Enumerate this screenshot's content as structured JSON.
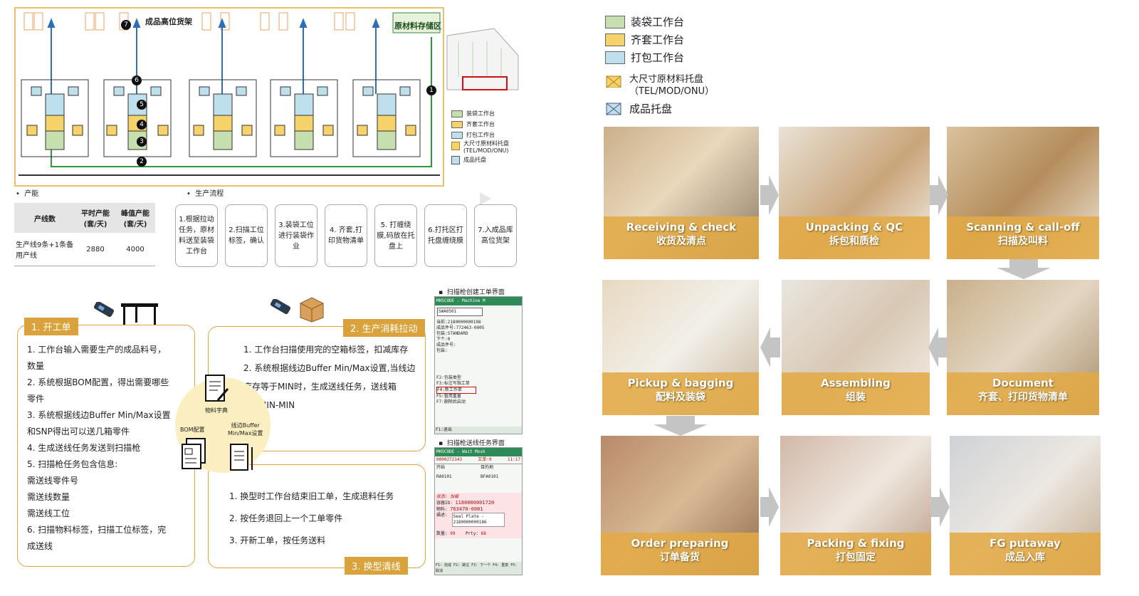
{
  "layout": {
    "finished_rack_label": "成品高位货架",
    "raw_material_label": "原材料存储区",
    "markers": [
      "7",
      "6",
      "5",
      "4",
      "3",
      "2",
      "1"
    ],
    "legend": [
      {
        "label": "装袋工作台",
        "color": "#c6dfae"
      },
      {
        "label": "齐套工作台",
        "color": "#f6d36a"
      },
      {
        "label": "打包工作台",
        "color": "#bde0ec"
      },
      {
        "label": "大尺寸原材料托盘\n(TEL/MOD/ONU)",
        "color": "#f6d36a"
      },
      {
        "label": "成品托盘",
        "color": "#bde0ec"
      }
    ]
  },
  "capacity": {
    "bullet": "产能",
    "headers": [
      "产线数",
      "平时产能\n(套/天)",
      "峰值产能\n(套/天)"
    ],
    "row": [
      "生产线9条+1条备用产线",
      "2880",
      "4000"
    ]
  },
  "process": {
    "bullet": "生产流程",
    "steps": [
      "1.根据拉动任务，原材料送至装袋工作台",
      "2.扫描工位标签，确认",
      "3.装袋工位进行装袋作业",
      "4. 齐套,打印货物清单",
      "5. 打缠绕膜,码放在托盘上",
      "6.打托区打托盘缠绕膜",
      "7.入成品库高位货架"
    ]
  },
  "card1": {
    "title": "1. 开工单",
    "items": [
      "1.   工作台输入需要生产的成品料号，",
      "      数量",
      "2.   系统根据BOM配置，得出需要哪些",
      "      零件",
      "3.   系统根据线边Buffer Min/Max设置",
      "      和SNP得出可以送几箱零件",
      "4.   生成送线任务发送到扫描枪",
      "5.   扫描枪任务包含信息:",
      "      需送线零件号",
      "      需送线数量",
      "      需送线工位",
      "6.  扫描物料标签，扫描工位标签，完",
      "成送线"
    ]
  },
  "card2": {
    "title": "2. 生产消耗拉动",
    "items": [
      "1.   工作台扫描使用完的空箱标签，扣减库存",
      "2.   系统根据线边Buffer Min/Max设置,当线边",
      "        库存等于MIN时，生成送线任务，送线箱",
      "        数=MIN-MIN"
    ]
  },
  "card3": {
    "title": "3. 换型清线",
    "items": [
      "1.   换型时工作台结束旧工单，生成退料任务",
      "2.   按任务退回上一个工单零件",
      "3.   开新工单，按任务送料"
    ]
  },
  "circle": {
    "material_label": "物料字典",
    "bom_label": "BOM配置",
    "buffer_label": "线边Buffer\nMin/Max设置"
  },
  "scanner1": {
    "caption": "扫描枪创建工单界面",
    "bar": "MHSCODE - Machine M",
    "input": "SWA0501",
    "lines": [
      "当前:2180000000198",
      "      成品件号:772463-0005",
      "      包装:STANDARD",
      "下个:0",
      "      成品件号:",
      "      包装:",
      "",
      "F2:包装类型",
      "F3:标注写指工单",
      "F4:新工作单",
      "F5:暂用重量",
      "F7:删除后启动"
    ],
    "footer": "F1:退出"
  },
  "scanner2": {
    "caption": "扫描枪送线任务界面",
    "bar": "MHSCODE - Wait Mosk",
    "id": "0000272143",
    "count": "又单:9",
    "time": "11:17",
    "col1": "开始",
    "col2": "目的地",
    "v1": "RA0101",
    "v2": "BFA0101",
    "status": "状态: 加载",
    "box_label": "容器ID:",
    "box_id": "1180000001720",
    "mat_label": "物料:",
    "mat": "763470-0001",
    "desc_label": "描述:",
    "desc": "Seal Plate -\n2180000000186",
    "qty_label": "数量:",
    "qty": "99",
    "prty": "Prty:",
    "prty_val": "68",
    "footer": "F1: 完成  F2: 跳过  F3: 下一个 F4: 重复 F5: 取消"
  },
  "right_legend": [
    {
      "label": "装袋工作台",
      "color": "#c6dfae"
    },
    {
      "label": "齐套工作台",
      "color": "#f6d36a"
    },
    {
      "label": "打包工作台",
      "color": "#bde0ec"
    },
    {
      "label": "大尺寸原材料托盘\n（TEL/MOD/ONU）",
      "color": "#f6d36a"
    },
    {
      "label": "成品托盘",
      "color": "#bde0ec"
    }
  ],
  "photos": [
    {
      "en": "Receiving & check",
      "cn": "收货及清点"
    },
    {
      "en": "Unpacking & QC",
      "cn": "拆包和质检"
    },
    {
      "en": "Scanning & call-off",
      "cn": "扫描及叫料"
    },
    {
      "en": "Pickup & bagging",
      "cn": "配料及装袋"
    },
    {
      "en": "Assembling",
      "cn": "组装"
    },
    {
      "en": "Document",
      "cn": "齐套、打印货物清单"
    },
    {
      "en": "Order preparing",
      "cn": "订单备货"
    },
    {
      "en": "Packing & fixing",
      "cn": "打包固定"
    },
    {
      "en": "FG putaway",
      "cn": "成品入库"
    }
  ]
}
